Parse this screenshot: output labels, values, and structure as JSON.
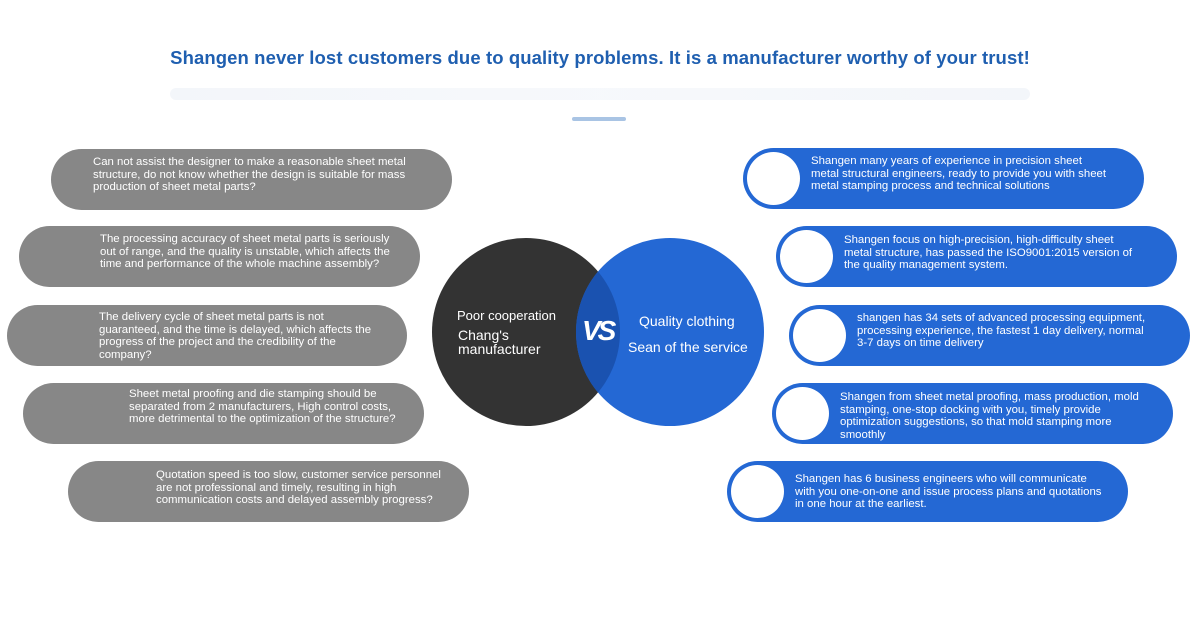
{
  "header": {
    "title": "Shangen never lost customers due to quality problems. It is a manufacturer worthy of your trust!"
  },
  "left_items": [
    {
      "text": "Can not assist the designer to make a reasonable sheet metal structure, do not know whether the design is suitable for mass production of sheet metal parts?"
    },
    {
      "text": "The processing accuracy of sheet metal parts is seriously out of range, and the quality is unstable, which affects the time and performance of the whole machine assembly?"
    },
    {
      "text": "The delivery cycle of sheet metal parts is not guaranteed, and the time is delayed, which affects the progress of the project and the credibility of the company?"
    },
    {
      "text": "Sheet metal proofing and die stamping should be separated from 2 manufacturers, High control costs, more detrimental to the optimization of the structure?"
    },
    {
      "text": "Quotation speed is too slow, customer service personnel are not professional and timely, resulting in high communication costs and delayed assembly progress?"
    }
  ],
  "right_items": [
    {
      "text": "Shangen many years of experience in precision sheet metal structural engineers, ready to provide you with sheet metal stamping process and technical solutions"
    },
    {
      "text": "Shangen focus on high-precision, high-difficulty sheet metal structure, has passed the ISO9001:2015 version of the quality management system."
    },
    {
      "text": "shangen has 34 sets of advanced processing equipment, processing experience, the fastest 1 day delivery, normal 3-7 days on time delivery"
    },
    {
      "text": "Shangen from sheet metal proofing, mass production, mold stamping, one-stop docking with you, timely provide optimization suggestions, so that mold stamping more smoothly"
    },
    {
      "text": "Shangen has 6 business engineers who will communicate with you one-on-one and issue process plans and quotations in one hour at the earliest."
    }
  ],
  "comparison": {
    "left_line1": "Poor cooperation",
    "left_line2": "Chang's",
    "left_line3": "manufacturer",
    "vs": "VS",
    "right_line1": "Quality clothing",
    "right_line2": "Sean of the service"
  },
  "colors": {
    "title_blue": "#1f5fb0",
    "accent_blue": "#2468d4",
    "pill_gray": "#878787",
    "circle_dark": "#333333"
  }
}
